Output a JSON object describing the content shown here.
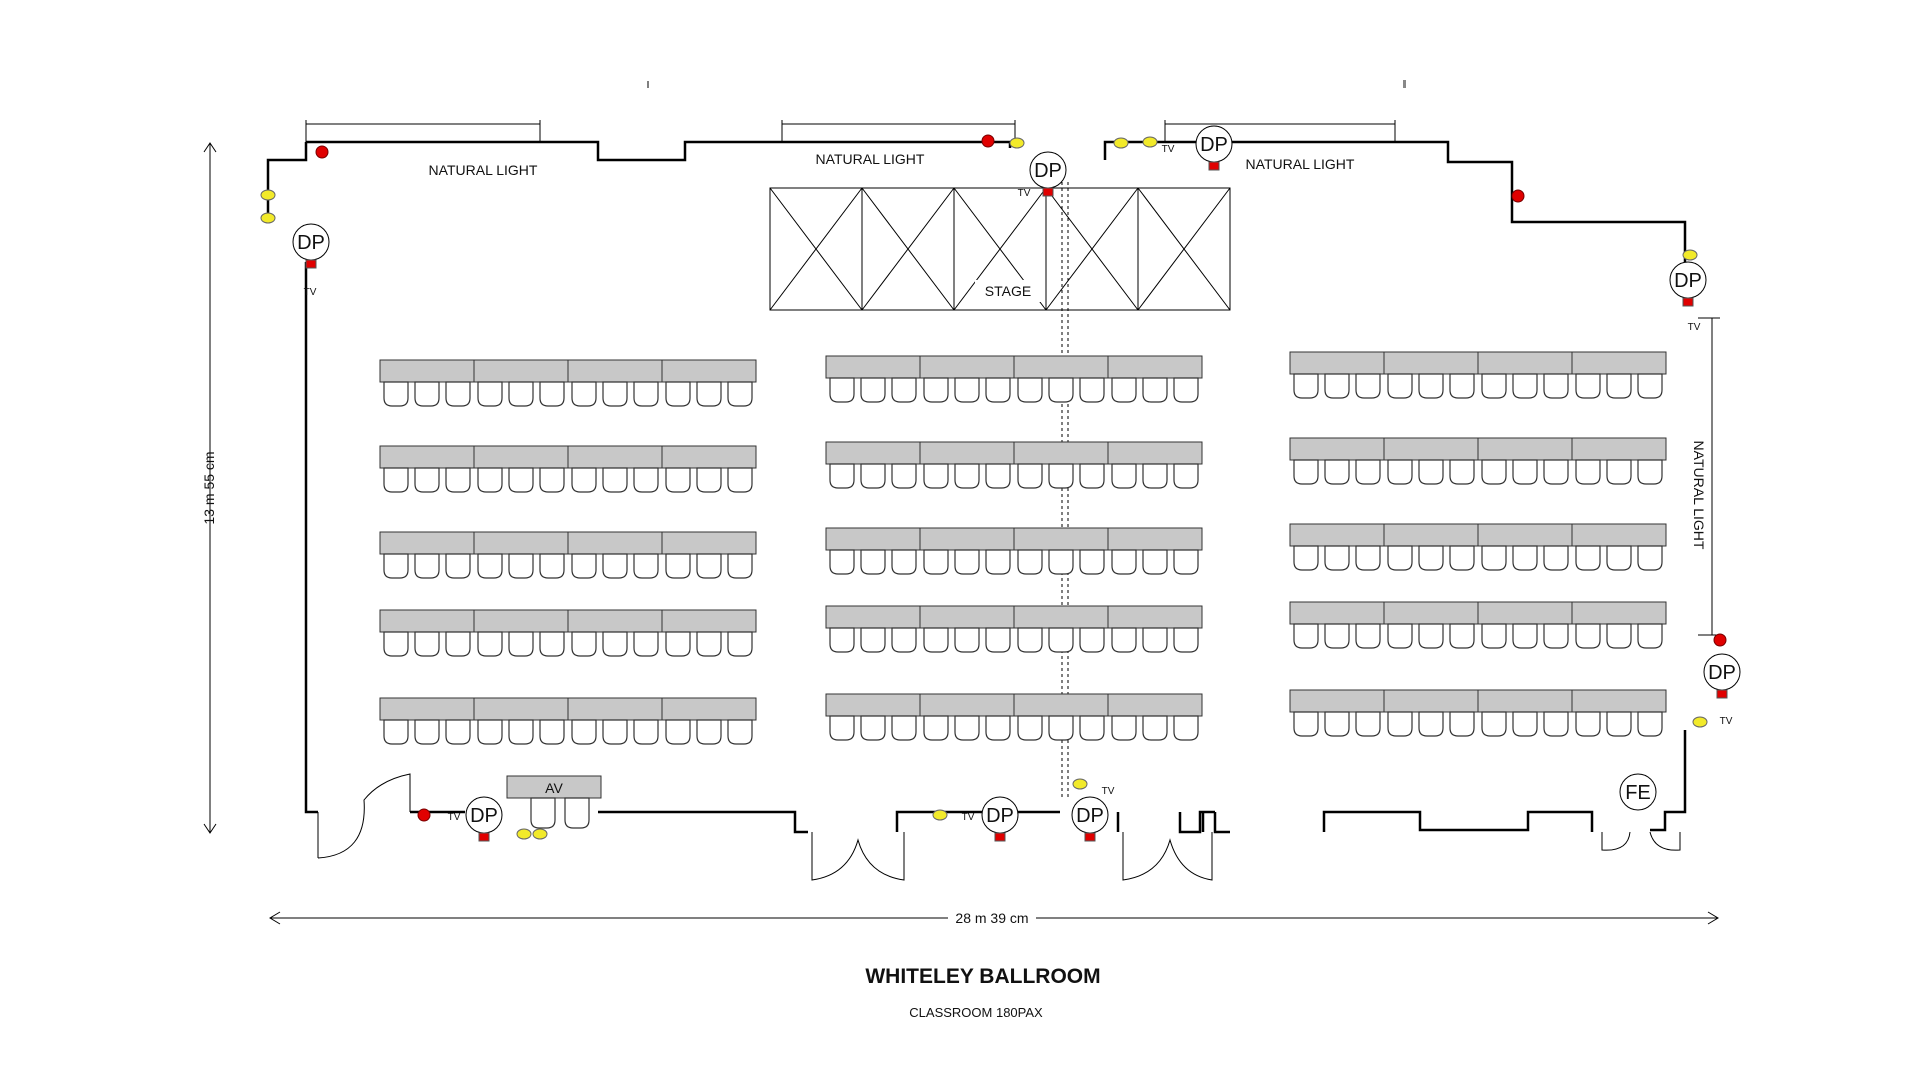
{
  "title": "WHITELEY BALLROOM",
  "subtitle": "CLASSROOM 180PAX",
  "dimensions": {
    "width": "28 m 39 cm",
    "height": "13 m 55 cm"
  },
  "labels": {
    "natural_light": "NATURAL LIGHT",
    "stage": "STAGE",
    "av": "AV",
    "dp": "DP",
    "tv": "TV",
    "fe": "FE"
  },
  "colors": {
    "wall": "#000000",
    "table": "#c8c8c8",
    "red_marker": "#e00000",
    "yellow_marker": "#f2ea2a"
  },
  "layout": {
    "blocks": 3,
    "rows_per_block": 5,
    "tables_per_row": 4,
    "chairs_per_table": 3
  }
}
